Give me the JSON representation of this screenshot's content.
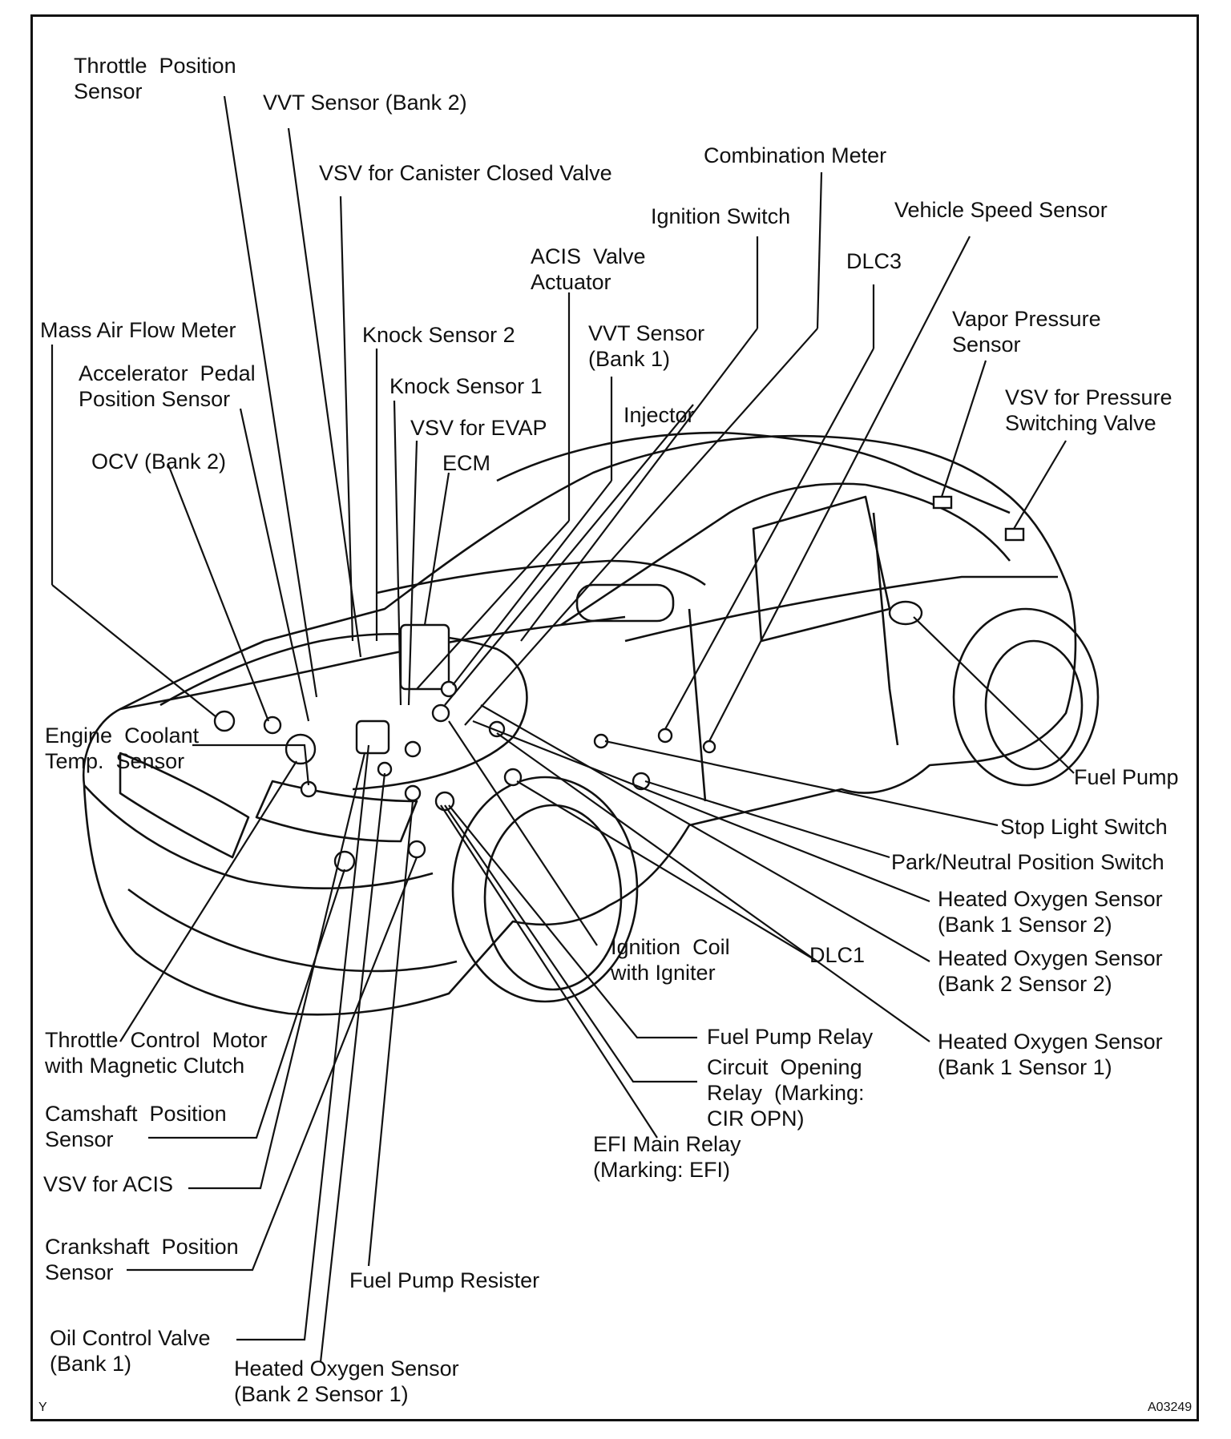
{
  "labels": {
    "throttle_position_sensor": "Throttle  Position\nSensor",
    "vvt_sensor_bank2": "VVT Sensor (Bank 2)",
    "vsv_canister_closed_valve": "VSV for Canister Closed Valve",
    "combination_meter": "Combination Meter",
    "ignition_switch": "Ignition Switch",
    "vehicle_speed_sensor": "Vehicle Speed Sensor",
    "acis_valve_actuator": "ACIS  Valve\nActuator",
    "dlc3": "DLC3",
    "mass_air_flow_meter": "Mass Air Flow Meter",
    "knock_sensor_2": "Knock Sensor 2",
    "vvt_sensor_bank1": "VVT Sensor\n(Bank 1)",
    "vapor_pressure_sensor": "Vapor Pressure\nSensor",
    "accelerator_pedal_position_sensor": "Accelerator  Pedal\nPosition Sensor",
    "knock_sensor_1": "Knock Sensor 1",
    "vsv_pressure_switching_valve": "VSV for Pressure\nSwitching Valve",
    "injector": "Injector",
    "ocv_bank2": "OCV (Bank 2)",
    "vsv_evap": "VSV for EVAP",
    "ecm": "ECM",
    "engine_coolant_temp_sensor": "Engine  Coolant\nTemp.  Sensor",
    "fuel_pump": "Fuel Pump",
    "stop_light_switch": "Stop Light Switch",
    "park_neutral_position_switch": "Park/Neutral Position Switch",
    "heated_o2_b1s2": "Heated Oxygen Sensor\n(Bank 1 Sensor 2)",
    "ignition_coil": "Ignition  Coil\nwith Igniter",
    "dlc1": "DLC1",
    "heated_o2_b2s2": "Heated Oxygen Sensor\n(Bank 2 Sensor 2)",
    "throttle_control_motor": "Throttle  Control  Motor\nwith Magnetic Clutch",
    "fuel_pump_relay": "Fuel Pump Relay",
    "heated_o2_b1s1": "Heated Oxygen Sensor\n(Bank 1 Sensor 1)",
    "circuit_opening_relay": "Circuit  Opening\nRelay  (Marking:\nCIR OPN)",
    "camshaft_position_sensor": "Camshaft  Position\nSensor",
    "efi_main_relay": "EFI Main Relay\n(Marking: EFI)",
    "vsv_acis": "VSV for ACIS",
    "crankshaft_position_sensor": "Crankshaft  Position\nSensor",
    "fuel_pump_resister": "Fuel Pump Resister",
    "oil_control_valve_bank1": "Oil Control Valve\n(Bank 1)",
    "heated_o2_b2s1": "Heated Oxygen Sensor\n(Bank 2 Sensor 1)"
  },
  "corner_marks": {
    "left": "Y",
    "right": "A03249"
  }
}
